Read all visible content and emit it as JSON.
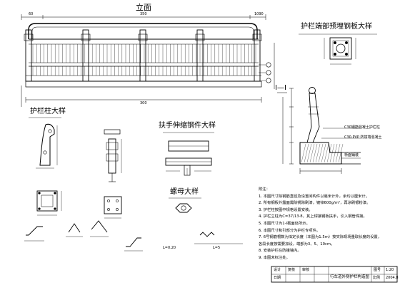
{
  "titles": {
    "elevation": "立面",
    "end_plate": "护栏端部预埋钢板大样",
    "section": "I—I",
    "post": "护栏柱大样",
    "sleeve": "扶手伸缩钢件大样",
    "nut": "螺母大样"
  },
  "dims": {
    "elev_top": "350",
    "elev_bottom": "300",
    "elev_right": "1090",
    "elev_left": "60",
    "l1": "L=0.20",
    "l2": "L=5"
  },
  "notes": {
    "heading": "附注：",
    "lines": [
      "1. 本图尺寸除钢筋直径及设置间构件以毫米计外，余均以厘米计。",
      "2. 所有钢板外露面需除锈除刷漆，镀锌600g/m²，再涂刷银粉漆。",
      "3. 护栏柱按图中规格设置安装。",
      "4. 护栏立柱为C=37/13·8，其上焊接钢板扶手，引入钢管焊接。",
      "5. 本图尺寸为1-I截面处所示。",
      "6. 本图尺寸和引部分为护栏专项件。",
      "7. 6号钢筋根数为拟定长度（本图为1.5m）按实际现场量取长度的设置，",
      "   各段长度按需要加设，端部为3、5、10cm。",
      "8. 安装护栏在防撞墙内。",
      "9. 本图未标注处。"
    ]
  },
  "title_block": {
    "title": "行车道外侧护栏构造图",
    "fields": [
      "设计",
      "复核",
      "审核",
      "图号"
    ],
    "scale_label": "比例",
    "scale_value": "1:20",
    "date_label": "日期",
    "date_value": "2004.8"
  },
  "section_labels": {
    "cap": "C30钢筋混凝土护栏柱",
    "base": "C30·PVP 防撞墙混凝土",
    "deck": "桥面铺装"
  }
}
